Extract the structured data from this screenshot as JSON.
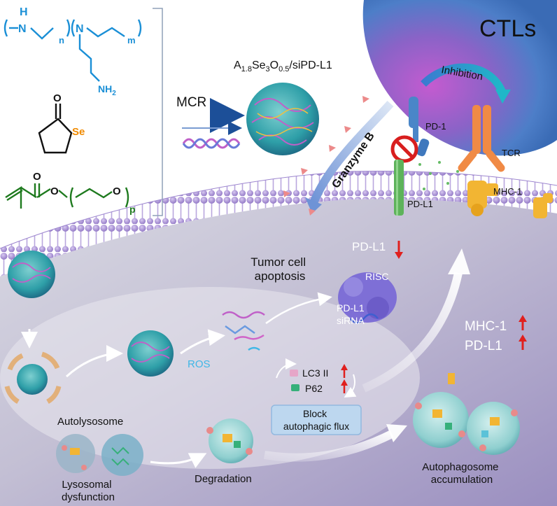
{
  "chemistry": {
    "polymer_pei": {
      "nh_top": "H",
      "n_chain": "N",
      "n_sub": "n",
      "m_sub": "m",
      "nh2": "NH",
      "nh2_sub": "2"
    },
    "selenolactone": {
      "o": "O",
      "se": "Se"
    },
    "peg_methacrylate": {
      "o1": "O",
      "o2": "O",
      "o3": "O",
      "p_sub": "p"
    }
  },
  "process": {
    "mcr_label": "MCR"
  },
  "nanoparticle": {
    "formula_prefix": "A",
    "sub1": "1.8",
    "mid1": "Se",
    "sub2": "3",
    "mid2": "O",
    "sub3": "0.5",
    "suffix": "/siPD-L1"
  },
  "immune": {
    "ctls": "CTLs",
    "inhibition": "Inhibition",
    "pd1": "PD-1",
    "tcr": "TCR",
    "mhc1": "MHC-1",
    "granzyme": "Granzyme B",
    "pdl1_membrane": "PD-L1"
  },
  "cell": {
    "pdl1_down": "PD-L1",
    "apoptosis_line1": "Tumor cell",
    "apoptosis_line2": "apoptosis",
    "risc": "RISC",
    "pdl1_sirna_line1": "PD-L1",
    "pdl1_sirna_line2": "siRNA",
    "ros": "ROS",
    "lc3": "LC3 II",
    "p62": "P62",
    "block_line1": "Block",
    "block_line2": "autophagic flux",
    "mhc1_up": "MHC-1",
    "pdl1_up": "PD-L1",
    "autolysosome": "Autolysosome",
    "lysosomal_line1": "Lysosomal",
    "lysosomal_line2": "dysfunction",
    "degradation": "Degradation",
    "autophagosome_line1": "Autophagosome",
    "autophagosome_line2": "accumulation"
  },
  "colors": {
    "polymer_blue": "#1a8fd6",
    "selenium_orange": "#f08a00",
    "peg_green": "#1e7a1e",
    "arrow_red": "#e0201e",
    "ros_cyan": "#3fb7e6",
    "membrane_purple": "#a48ad0",
    "ctl_blue": "#4a78c9"
  }
}
